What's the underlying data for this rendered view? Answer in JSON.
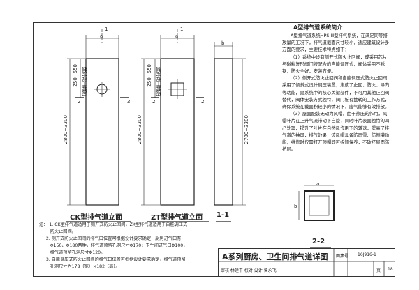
{
  "drawing": {
    "callout_1": "1",
    "label_a": "a",
    "label_b": "b",
    "label_2": "2",
    "dim_250_550": "250~550",
    "dim_offset_note": "成套工程定制",
    "dim_2800_3300": "2800~3300",
    "dim_2700_3300": "2700~3300",
    "caption_ck": "CK型排气道立面",
    "caption_zt": "ZT型排气道立面",
    "caption_11": "1-1",
    "caption_22": "2-2"
  },
  "intro": {
    "title": "A型排气道系统简介",
    "paragraphs": [
      "A型排气道系统HPS-Ⅲ型排气系统，在满足同等排放量的工况下，排气道截面尺寸较小，适应建筑设计多方面的要求，主要技术特点如下：",
      "（1）系统中设有侧开式防火止回阀，成采用芯片与磁粒复形阀门按配合的自能调压式，阀体采用不锈钢，防火全好，安装方便。",
      "（2）侧开式防火止回阀和自能调压式防火止回阀采用了倾斜式设计调压装置，集成了止回、防火、导向等功能，是系统中的核心关键部件，不可用其他止回阀替代，阀体安装方式独特，阀门板有抽转的工作方式，确保系统在截面积较小的情况下，废气能够有效排放。",
      "（3）屋面配装无动力风帽，由于热压的作用，风帽叶片在上升气流带动下自旋，同时叶片表面独特的四凸处理，提升了叶片在自然风作用下的转速，提高了排气道的抽风，排气效果，该风帽具备防雨雪、防倒灌功能，维修时仅需打开顶帽即可拆卸保养，不破坏屋面防护层。"
    ]
  },
  "notes": {
    "lines": [
      "注： 1. CK型排气道适用于侧开式防火止回阀，ZK型排气道适用于自能调压式",
      "        防火止回阀。",
      "     2. 侧开式防火止回阀的排气口位置可根据设计要求确定，厨房进气口有",
      "        Φ150、Φ180两种，排气道预留孔洞尺寸Φ170；卫生间进气口Φ100，",
      "        排气道预留孔洞尺寸Φ120。",
      "     3. 自能调压式防火止回阀的排气口位置可根据设计要求确定，排气道预留",
      "        孔洞尺寸为178（宽）×182（高）。"
    ]
  },
  "title_block": {
    "title": "A系列厨房、卫生间排气道详图",
    "atlas_label": "图集号",
    "atlas_no": "16J916-1",
    "review_row": "审核 林建平  校对  设计 曾永飞",
    "page_label": "页",
    "page_no": "18"
  }
}
